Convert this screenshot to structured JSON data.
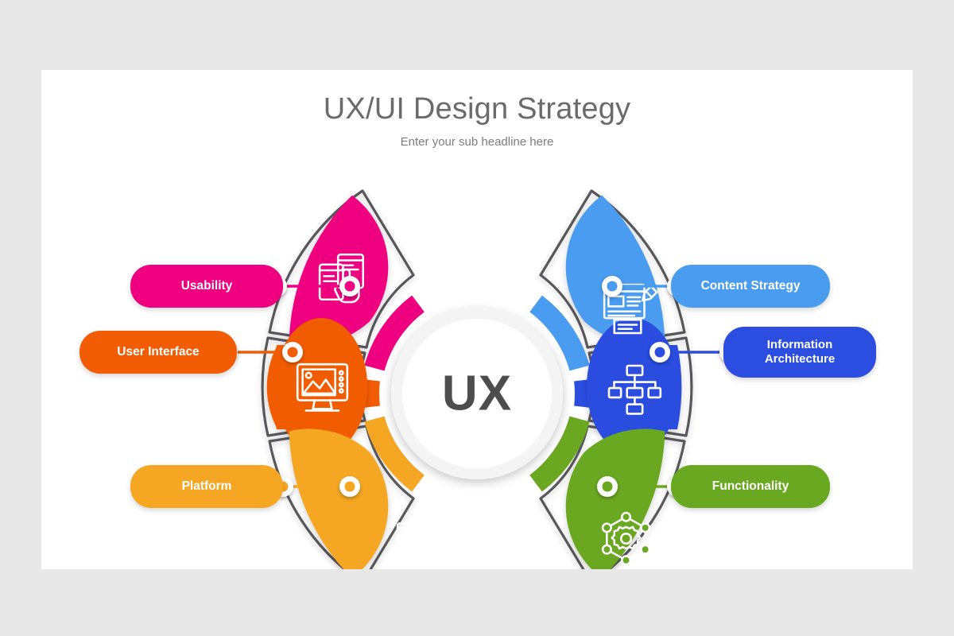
{
  "slide": {
    "title": "UX/UI Design Strategy",
    "subtitle": "Enter your sub headline here",
    "background_color": "#e8e8e8",
    "canvas_color": "#ffffff",
    "title_color": "#6b6b6b",
    "subtitle_color": "#7d7d7d"
  },
  "center": {
    "label": "UX",
    "text_color": "#4d4d4d",
    "circle_color": "#ffffff"
  },
  "segments": [
    {
      "id": "usability",
      "label": "Usability",
      "color": "#ee0080",
      "icon": "mobile-touch-icon",
      "side": "left",
      "position": "top"
    },
    {
      "id": "user-interface",
      "label": "User Interface",
      "color": "#f25c05",
      "icon": "monitor-image-icon",
      "side": "left",
      "position": "middle"
    },
    {
      "id": "platform",
      "label": "Platform",
      "color": "#f5a623",
      "icon": "multi-device-icon",
      "side": "left",
      "position": "bottom"
    },
    {
      "id": "content-strategy",
      "label": "Content Strategy",
      "color": "#4a9cf0",
      "icon": "document-pencil-icon",
      "side": "right",
      "position": "top"
    },
    {
      "id": "information-architecture",
      "label": "Information\nArchitecture",
      "label_line_1": "Information",
      "label_line_2": "Architecture",
      "color": "#2b4ee0",
      "icon": "sitemap-tree-icon",
      "side": "right",
      "position": "middle"
    },
    {
      "id": "functionality",
      "label": "Functionality",
      "color": "#6aa821",
      "icon": "gear-network-icon",
      "side": "right",
      "position": "bottom"
    }
  ],
  "outline_color": "#58595b"
}
